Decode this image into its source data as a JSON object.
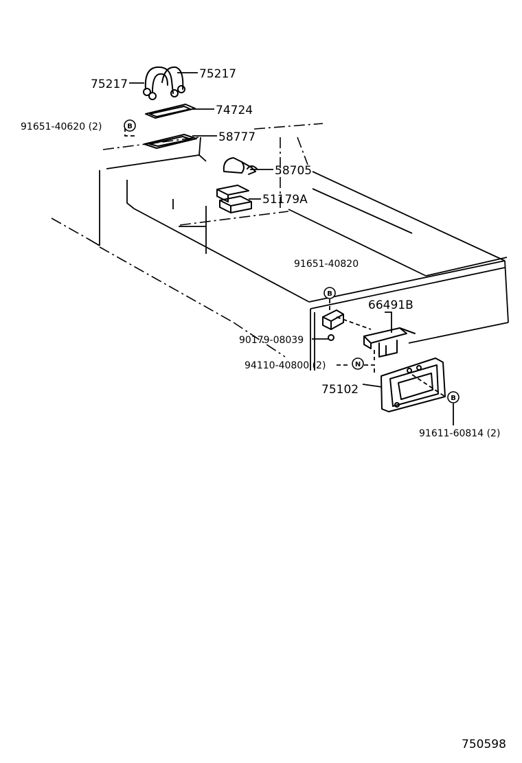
{
  "diagram_id": "750598",
  "parts": {
    "p75217_left": "75217",
    "p75217_right": "75217",
    "p74724": "74724",
    "p91651_40620": "91651-40620 (2)",
    "p58777": "58777",
    "p58705": "58705",
    "p51179A": "51179A",
    "p91651_40820": "91651-40820",
    "p66491B": "66491B",
    "p90179_08039": "90179-08039",
    "p94110_40800": "94110-40800 (2)",
    "p75102": "75102",
    "p91611_60814": "91611-60814 (2)"
  },
  "badges": {
    "b1": "B",
    "b2": "B",
    "b3": "N",
    "b4": "B"
  }
}
